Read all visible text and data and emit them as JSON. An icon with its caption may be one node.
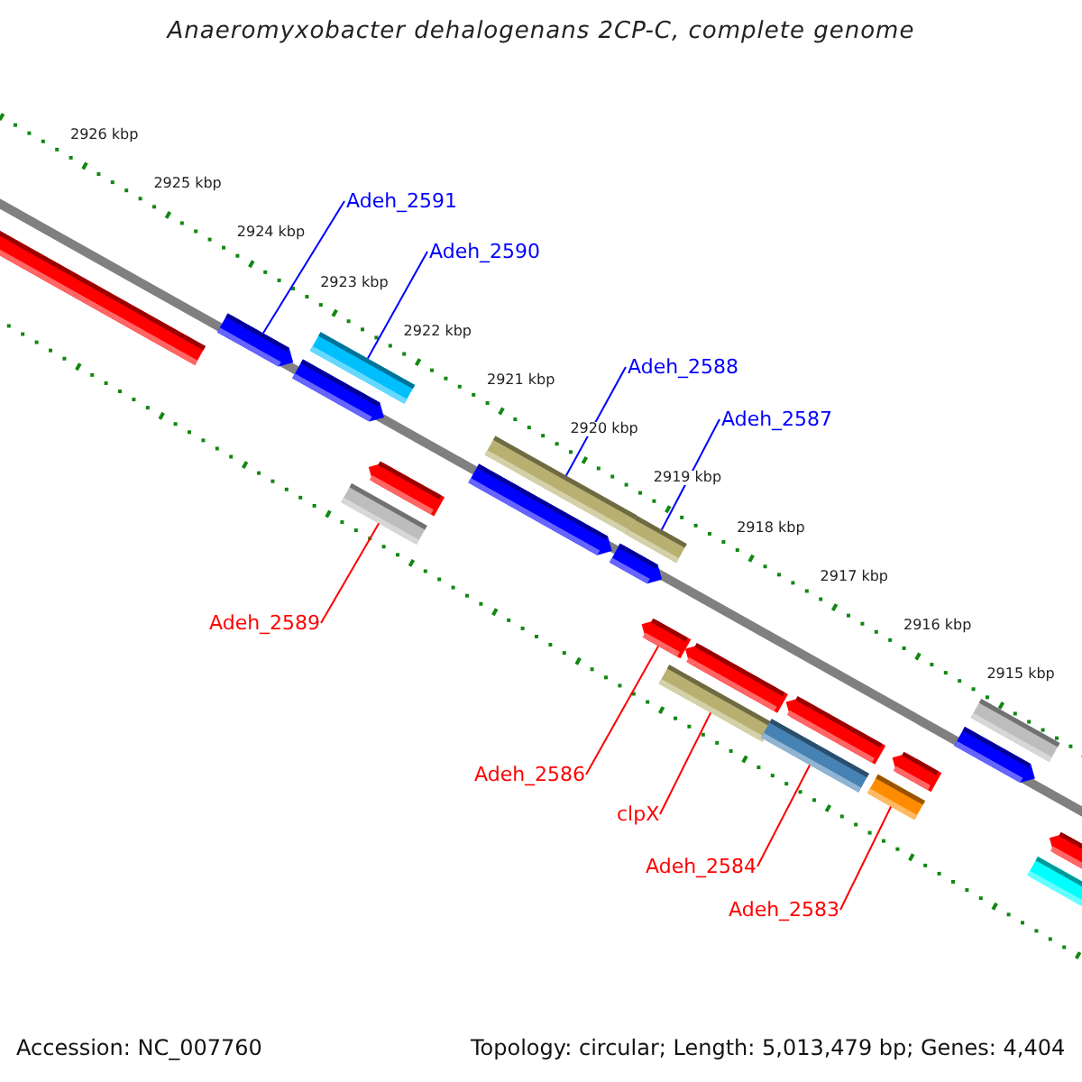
{
  "diagram": {
    "title": "Anaeromyxobacter dehalogenans 2CP-C, complete genome",
    "nodes": [
      {
        "text": [
          "Adeh_2591"
        ]
      },
      {
        "text": [
          "Adeh_2590"
        ]
      },
      {
        "text": [
          "Adeh_2588"
        ]
      },
      {
        "text": [
          "Adeh_2587"
        ]
      },
      {
        "text": [
          "Adeh_2589"
        ]
      },
      {
        "text": [
          "Adeh_2586"
        ]
      },
      {
        "text": [
          "clpX"
        ]
      },
      {
        "text": [
          "Adeh_2584"
        ]
      },
      {
        "text": [
          "Adeh_2583"
        ]
      },
      {
        "text": [],
        "shape": "bar"
      },
      {
        "text": [],
        "shape": "arrow"
      },
      {
        "text": [],
        "shape": "bar"
      },
      {
        "text": [],
        "shape": "arrow"
      },
      {
        "text": [],
        "shape": "arrow"
      },
      {
        "text": [],
        "shape": "bar"
      },
      {
        "text": [],
        "shape": "bar"
      },
      {
        "text": [],
        "shape": "arrow"
      },
      {
        "text": [],
        "shape": "bar"
      },
      {
        "text": [],
        "shape": "arrow"
      },
      {
        "text": [],
        "shape": "arrow"
      },
      {
        "text": [],
        "shape": "arrow"
      },
      {
        "text": [],
        "shape": "bar"
      },
      {
        "text": [],
        "shape": "arrow"
      },
      {
        "text": [],
        "shape": "bar"
      },
      {
        "text": [],
        "shape": "arrow"
      },
      {
        "text": [],
        "shape": "bar"
      },
      {
        "text": [],
        "shape": "bar"
      },
      {
        "text": [],
        "shape": "arrow"
      },
      {
        "text": [],
        "shape": "arrow"
      },
      {
        "text": [],
        "shape": "bar"
      }
    ],
    "edges": [
      {
        "from": 0,
        "to": 10,
        "arrow": "none",
        "color": "#0000ff"
      },
      {
        "from": 1,
        "to": 11,
        "arrow": "none",
        "color": "#0000ff"
      },
      {
        "from": 2,
        "to": 15,
        "arrow": "none",
        "color": "#0000ff"
      },
      {
        "from": 3,
        "to": 17,
        "arrow": "none",
        "color": "#0000ff"
      },
      {
        "from": 4,
        "to": 14,
        "arrow": "none",
        "color": "#ff0000"
      },
      {
        "from": 5,
        "to": 19,
        "arrow": "none",
        "color": "#ff0000"
      },
      {
        "from": 6,
        "to": 21,
        "arrow": "none",
        "color": "#ff0000"
      },
      {
        "from": 7,
        "to": 23,
        "arrow": "none",
        "color": "#ff0000"
      },
      {
        "from": 8,
        "to": 25,
        "arrow": "none",
        "color": "#ff0000"
      }
    ],
    "labels": [
      "2926 kbp",
      "2925 kbp",
      "2924 kbp",
      "2923 kbp",
      "2922 kbp",
      "2921 kbp",
      "2920 kbp",
      "2919 kbp",
      "2918 kbp",
      "2917 kbp",
      "2916 kbp",
      "2915 kbp",
      "Accession: NC_007760",
      "Topology: circular; Length: 5,013,479 bp; Genes: 4,404"
    ]
  }
}
